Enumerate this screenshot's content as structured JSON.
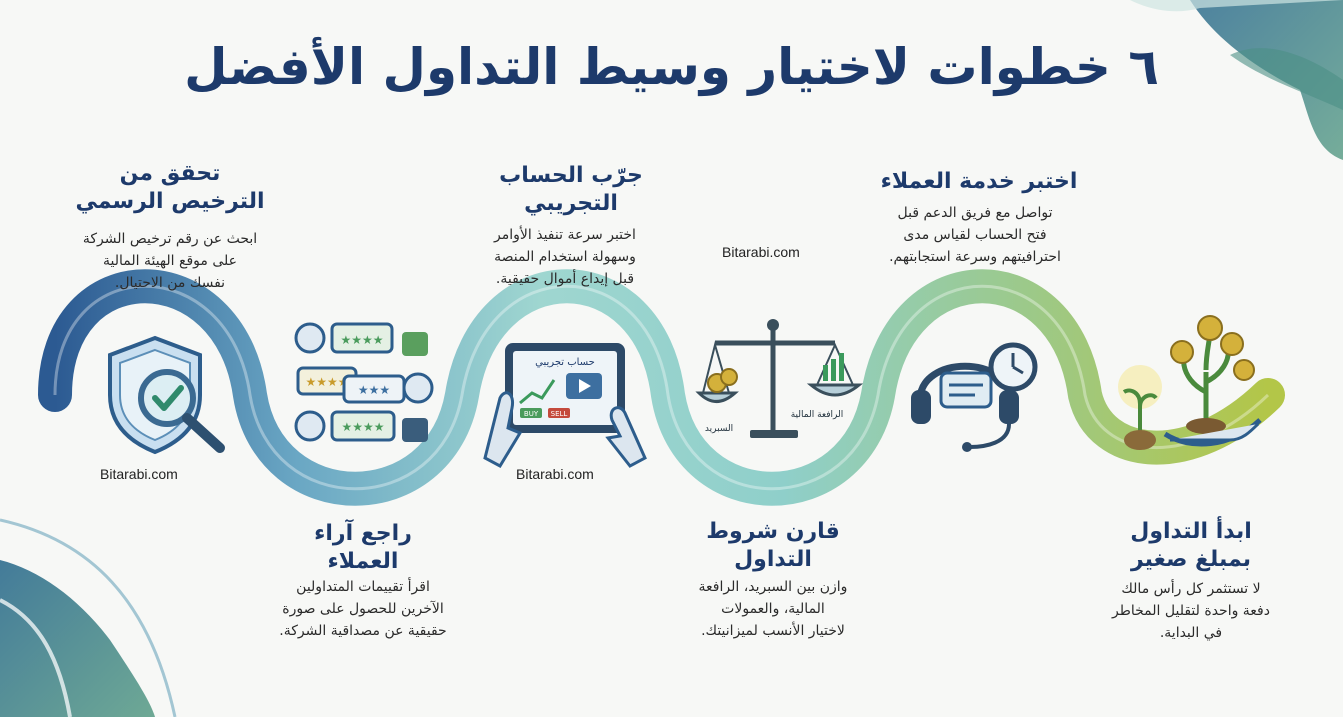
{
  "title": "٦ خطوات لاختيار وسيط التداول الأفضل",
  "watermark": "Bitarabi.com",
  "steps": [
    {
      "title_line1": "تحقق من",
      "title_line2": "الترخيص الرسمي",
      "desc_line1": "ابحث عن رقم ترخيص الشركة",
      "desc_line2": "على موقع الهيئة المالية",
      "desc_line3": "نفسك من الاحتيال."
    },
    {
      "title_line1": "راجع آراء",
      "title_line2": "العملاء",
      "desc_line1": "اقرأ تقييمات المتداولين",
      "desc_line2": "الآخرين للحصول على صورة",
      "desc_line3": "حقيقية عن مصداقية الشركة."
    },
    {
      "title_line1": "جرّب الحساب",
      "title_line2": "التجريبي",
      "desc_line1": "اختبر سرعة تنفيذ الأوامر",
      "desc_line2": "وسهولة استخدام المنصة",
      "desc_line3": "قبل إيداع أموال حقيقية."
    },
    {
      "title_line1": "قارن شروط",
      "title_line2": "التداول",
      "desc_line1": "وازن بين السبريد، الرافعة",
      "desc_line2": "المالية، والعمولات",
      "desc_line3": "لاختيار الأنسب لميزانيتك."
    },
    {
      "title_line1": "اختبر خدمة العملاء",
      "title_line2": "",
      "desc_line1": "تواصل مع فريق الدعم قبل",
      "desc_line2": "فتح الحساب لقياس مدى",
      "desc_line3": "احترافيتهم وسرعة استجابتهم."
    },
    {
      "title_line1": "ابدأ التداول",
      "title_line2": "بمبلغ صغير",
      "desc_line1": "لا تستثمر كل رأس مالك",
      "desc_line2": "دفعة واحدة لتقليل المخاطر",
      "desc_line3": "في البداية."
    }
  ],
  "icons": {
    "demo_screen_label": "حساب تجريبي",
    "buy_label": "BUY",
    "sell_label": "SELL",
    "spread_label": "السبريد",
    "leverage_label": "الرافعة المالية"
  },
  "colors": {
    "title": "#1d3a6b",
    "wave_start": "#2c5a92",
    "wave_mid": "#8fcfca",
    "wave_end": "#b3c648"
  }
}
